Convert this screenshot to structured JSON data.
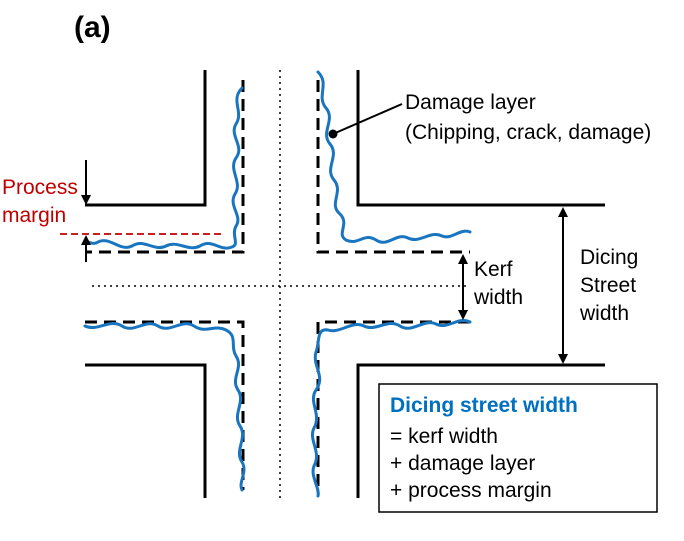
{
  "panel_label": "(a)",
  "labels": {
    "damage_layer_line1": "Damage layer",
    "damage_layer_line2": "(Chipping, crack, damage)",
    "process_margin_line1": "Process",
    "process_margin_line2": "margin",
    "kerf_width_line1": "Kerf",
    "kerf_width_line2": "width",
    "dicing_street_line1": "Dicing",
    "dicing_street_line2": "Street",
    "dicing_street_line3": "width"
  },
  "formula_box": {
    "title": "Dicing street width",
    "lines": [
      "= kerf width",
      "+ damage layer",
      "+ process margin"
    ]
  },
  "colors": {
    "damage_wave": "#1a75c0",
    "process_margin": "#c00000",
    "box_title": "#0070c0",
    "lines": "#000000"
  }
}
